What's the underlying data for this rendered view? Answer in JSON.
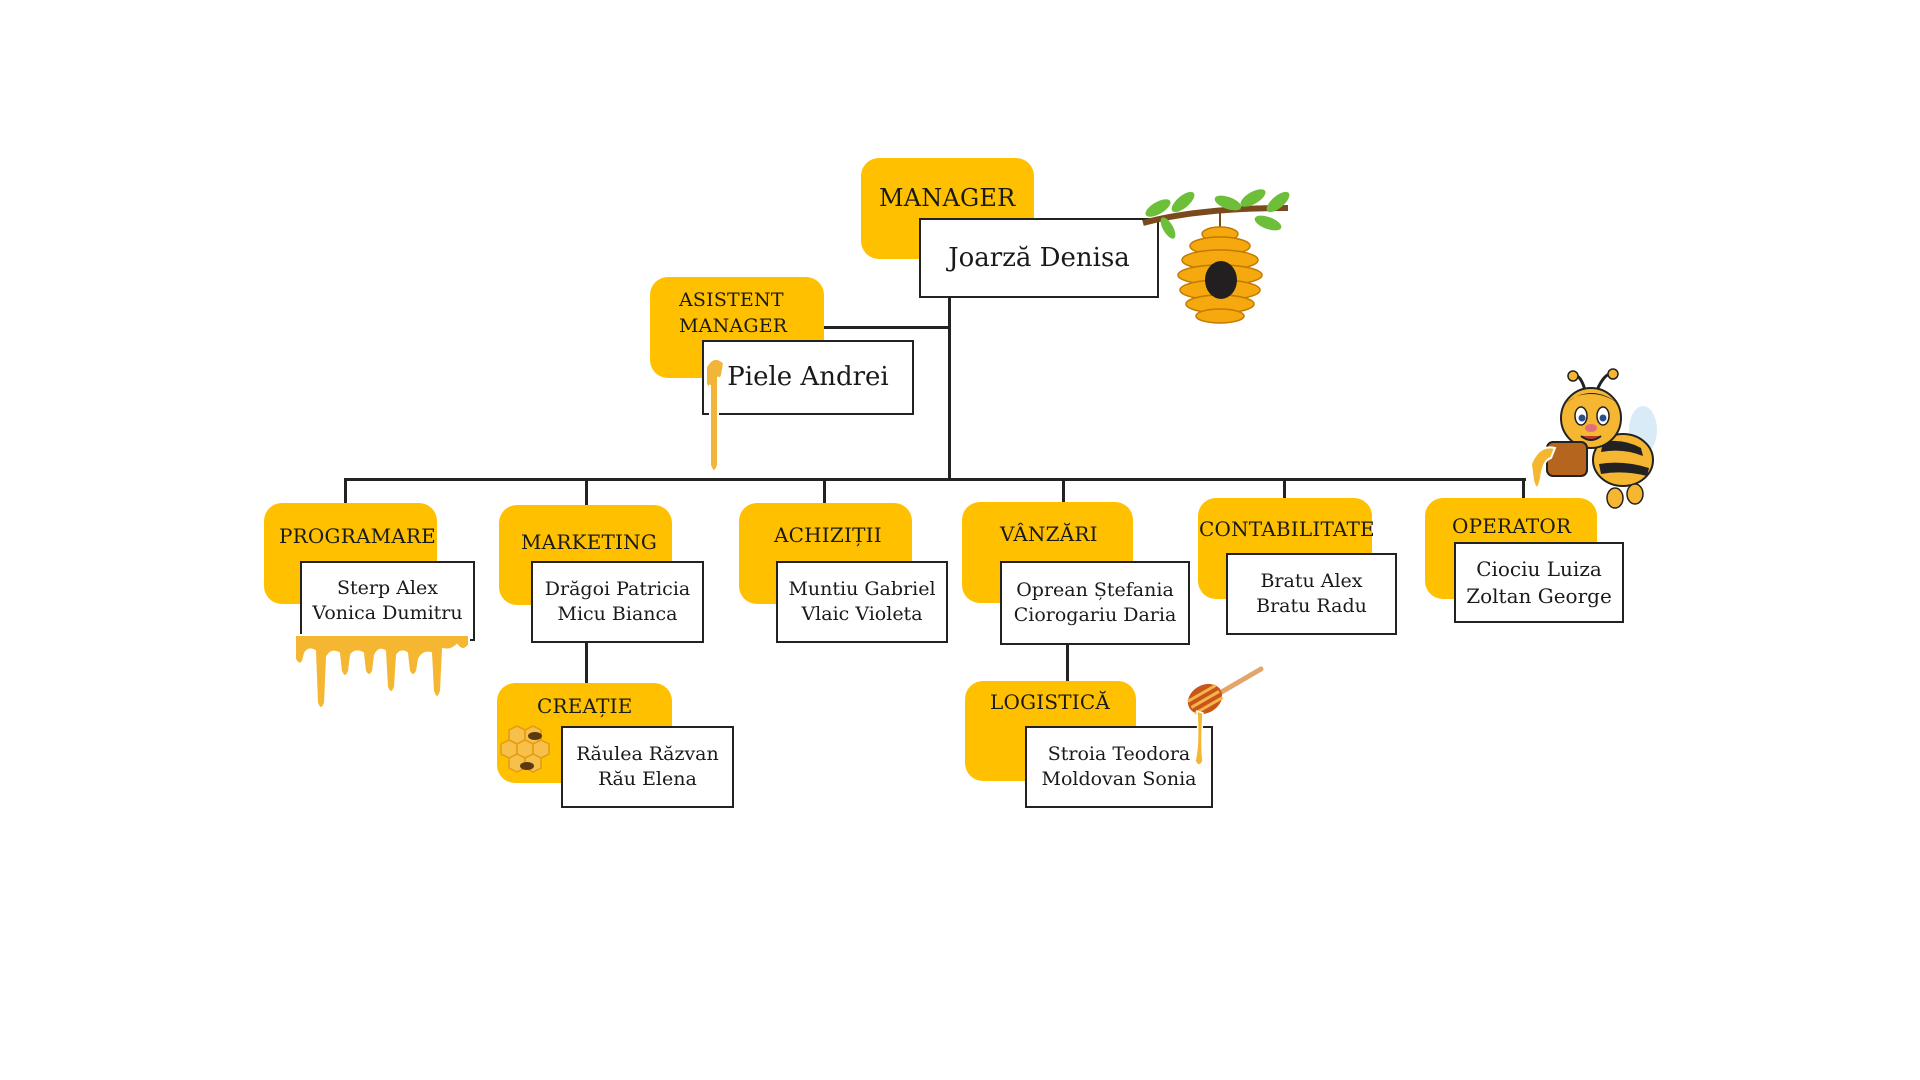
{
  "chart": {
    "manager": {
      "title": "MANAGER",
      "name": "Joarză Denisa"
    },
    "assistant": {
      "title_line1": "ASISTENT",
      "title_line2": "MANAGER",
      "name": "Piele Andrei"
    },
    "departments": [
      {
        "title": "PROGRAMARE",
        "members": [
          "Sterp Alex",
          "Vonica Dumitru"
        ]
      },
      {
        "title": "MARKETING",
        "members": [
          "Drăgoi Patricia",
          "Micu Bianca"
        ],
        "sub": {
          "title": "CREAȚIE",
          "members": [
            "Răulea Răzvan",
            "Rău Elena"
          ]
        }
      },
      {
        "title": "ACHIZIȚII",
        "members": [
          "Muntiu Gabriel",
          "Vlaic Violeta"
        ]
      },
      {
        "title": "VÂNZĂRI",
        "members": [
          "Oprean Ștefania",
          "Ciorogariu Daria"
        ],
        "sub": {
          "title": "LOGISTICĂ",
          "members": [
            "Stroia Teodora",
            "Moldovan Sonia"
          ]
        }
      },
      {
        "title": "CONTABILITATE",
        "members": [
          "Bratu Alex",
          "Bratu Radu"
        ]
      },
      {
        "title": "OPERATOR",
        "members": [
          "Ciociu Luiza",
          "Zoltan George"
        ]
      }
    ]
  },
  "decorations": [
    "beehive-icon",
    "honey-drip-icon",
    "bee-mascot-icon",
    "honeycomb-bees-icon",
    "honey-dipper-icon"
  ],
  "colors": {
    "accent": "#FFC000",
    "line": "#222222",
    "honey": "#F2A900"
  }
}
